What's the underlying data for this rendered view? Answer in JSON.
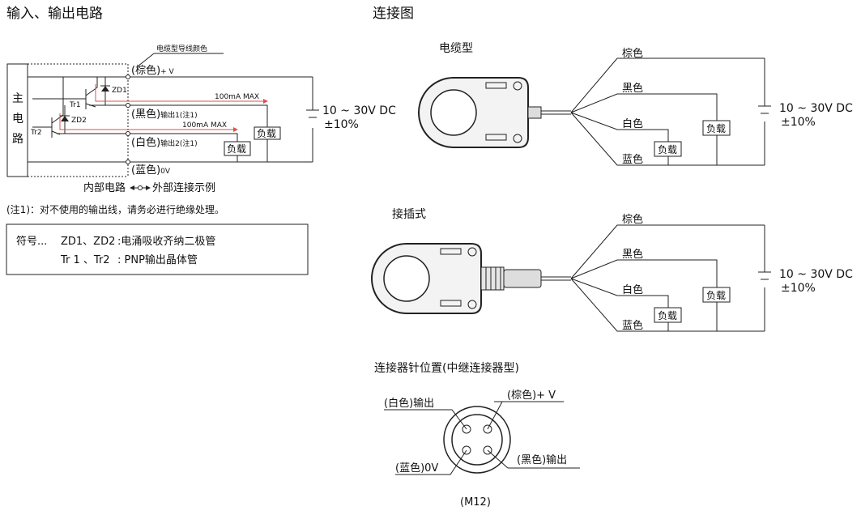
{
  "left": {
    "title": "输入、输出电路",
    "wire_color_caption": "电缆型导线颜色",
    "main_circuit": [
      "主",
      "电",
      "路"
    ],
    "wire_brown": "(棕色)",
    "plus_v": "+ V",
    "wire_black": "(黑色)",
    "output1": "输出1(注1)",
    "wire_white": "(白色)",
    "output2": "输出2(注1)",
    "wire_blue": "(蓝色)",
    "zero_v": "0V",
    "zd1": "ZD1",
    "zd2": "ZD2",
    "tr1": "Tr1",
    "tr2": "Tr2",
    "max1": "100mA MAX",
    "max2": "100mA MAX",
    "load1": "负载",
    "load2": "负载",
    "supply_voltage": "10 ~ 30V DC",
    "supply_tolerance": "±10%",
    "internal": "内部电路",
    "external": "外部连接示例",
    "note": "(注1)：对不使用的输出线，请务必进行绝缘处理。",
    "legend": {
      "symbol": "符号...",
      "zd_key": "ZD1、ZD2",
      "zd_val": ":电涌吸收齐纳二极管",
      "tr_key": "Tr 1 、Tr2",
      "tr_val": ": PNP输出晶体管"
    }
  },
  "right": {
    "title": "连接图",
    "cable_type": "电缆型",
    "plug_type": "接插式",
    "brown": "棕色",
    "black": "黑色",
    "white": "白色",
    "blue": "蓝色",
    "load": "负载",
    "supply_voltage": "10 ~ 30V DC",
    "supply_tolerance": "±10%",
    "pin_title": "连接器针位置(中继连接器型)",
    "pin_white": "(白色)输出",
    "pin_brown": "(棕色)+ V",
    "pin_blue": "(蓝色)0V",
    "pin_black": "(黑色)输出",
    "m12": "(M12)"
  }
}
